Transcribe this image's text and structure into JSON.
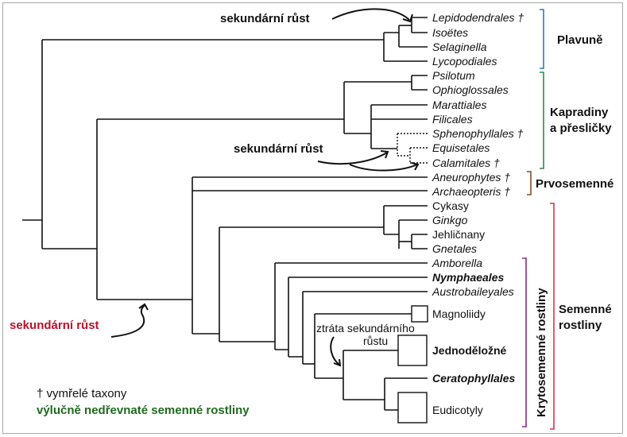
{
  "colors": {
    "plavune": "#2f7bb8",
    "kapradiny": "#2e8b4a",
    "prvosemenne": "#7a5230",
    "semenne": "#e0304a",
    "krytosemenne": "#8a2a8a",
    "green_text": "#1e6b1e",
    "red_text": "#c0102a"
  },
  "taxa": [
    {
      "name": "Lepidodendrales",
      "italic": true,
      "extinct": true,
      "green": false
    },
    {
      "name": "Isoëtes",
      "italic": true,
      "extinct": false,
      "green": false
    },
    {
      "name": "Selaginella",
      "italic": true,
      "extinct": false,
      "green": false
    },
    {
      "name": "Lycopodiales",
      "italic": true,
      "extinct": false,
      "green": false
    },
    {
      "name": "Psilotum",
      "italic": true,
      "extinct": false,
      "green": false
    },
    {
      "name": "Ophioglossales",
      "italic": true,
      "extinct": false,
      "green": false
    },
    {
      "name": "Marattiales",
      "italic": true,
      "extinct": false,
      "green": false
    },
    {
      "name": "Filicales",
      "italic": true,
      "extinct": false,
      "green": false
    },
    {
      "name": "Sphenophyllales",
      "italic": true,
      "extinct": true,
      "green": false
    },
    {
      "name": "Equisetales",
      "italic": true,
      "extinct": false,
      "green": false
    },
    {
      "name": "Calamitales",
      "italic": true,
      "extinct": true,
      "green": false
    },
    {
      "name": "Aneurophytes",
      "italic": true,
      "extinct": true,
      "green": false
    },
    {
      "name": "Archaeopteris",
      "italic": true,
      "extinct": true,
      "green": false
    },
    {
      "name": "Cykasy",
      "italic": false,
      "extinct": false,
      "green": false
    },
    {
      "name": "Ginkgo",
      "italic": true,
      "extinct": false,
      "green": false
    },
    {
      "name": "Jehličnany",
      "italic": false,
      "extinct": false,
      "green": false
    },
    {
      "name": "Gnetales",
      "italic": true,
      "extinct": false,
      "green": false
    },
    {
      "name": "Amborella",
      "italic": true,
      "extinct": false,
      "green": false
    },
    {
      "name": "Nymphaeales",
      "italic": true,
      "extinct": false,
      "green": true
    },
    {
      "name": "Austrobaileyales",
      "italic": true,
      "extinct": false,
      "green": false
    },
    {
      "name": "Magnoliidy",
      "italic": false,
      "extinct": false,
      "green": false
    },
    {
      "name": "Jednoděložné",
      "italic": false,
      "extinct": false,
      "green": true
    },
    {
      "name": "Ceratophyllales",
      "italic": true,
      "extinct": false,
      "green": true
    },
    {
      "name": "Eudicotyly",
      "italic": false,
      "extinct": false,
      "green": false
    }
  ],
  "dagger": "†",
  "groups": {
    "plavune": "Plavuně",
    "kapradiny_line1": "Kapradiny",
    "kapradiny_line2": "a přesličky",
    "prvosemenne": "Prvosemenné",
    "semenne_line1": "Semenné",
    "semenne_line2": "rostliny",
    "krytosemenne": "Krytosemenné rostliny"
  },
  "annotations": {
    "secondary_growth_top": "sekundární růst",
    "secondary_growth_mid": "sekundární růst",
    "secondary_growth_red": "sekundární růst",
    "loss_line1": "ztráta sekundárního",
    "loss_line2": "růstu"
  },
  "legend": {
    "extinct": "† vymřelé taxony",
    "herbaceous": "výlučně nedřevnaté semenné rostliny"
  }
}
